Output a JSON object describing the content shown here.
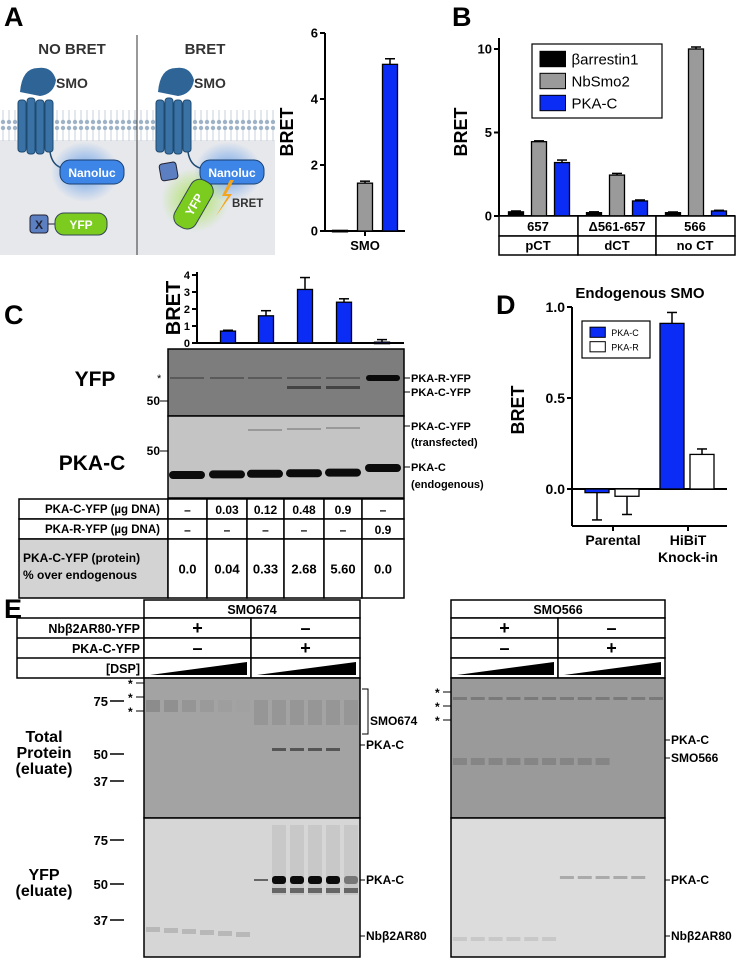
{
  "panels": {
    "a": "A",
    "b": "B",
    "c": "C",
    "d": "D",
    "e": "E"
  },
  "colors": {
    "black": "#000000",
    "gray": "#9a9a9a",
    "blue": "#0a2cf5",
    "white": "#ffffff",
    "smo": "#2f6596",
    "nanoluc": "#3d86e8",
    "yfp": "#7ccc1f",
    "x_box": "#5b7fc0",
    "bolt": "#f4a51c"
  },
  "panel_a_cartoon": {
    "no_bret_title": "NO BRET",
    "bret_title": "BRET",
    "smo_label": "SMO",
    "nanoluc_label": "Nanoluc",
    "yfp_label": "YFP",
    "x_label": "X",
    "bret_arrow_label": "BRET",
    "icons": [
      "smo-receptor-icon",
      "membrane-icon",
      "nanoluc-icon",
      "yfp-icon",
      "lightning-icon"
    ]
  },
  "panel_c_blot": {
    "yfp_label": "YFP",
    "pkac_label": "PKA-C",
    "asterisk": "*",
    "mw_50": "50",
    "right_labels": [
      "PKA-R-YFP",
      "PKA-C-YFP",
      "PKA-C-YFP",
      "(transfected)",
      "PKA-C",
      "(endogenous)"
    ],
    "table": {
      "rows": [
        {
          "label": "PKA-C-YFP (µg DNA)",
          "values": [
            "–",
            "0.03",
            "0.12",
            "0.48",
            "0.9",
            "–"
          ]
        },
        {
          "label": "PKA-R-YFP (µg DNA)",
          "values": [
            "–",
            "–",
            "–",
            "–",
            "–",
            "0.9"
          ]
        },
        {
          "label_line1": "PKA-C-YFP (protein)",
          "label_line2": "% over endogenous",
          "values": [
            "0.0",
            "0.04",
            "0.33",
            "2.68",
            "5.60",
            "0.0"
          ]
        }
      ]
    }
  },
  "panel_e": {
    "row_labels": [
      "Nbβ2AR80-YFP",
      "PKA-C-YFP",
      "[DSP]"
    ],
    "blots": [
      {
        "title": "SMO674",
        "nb": [
          "+",
          "–"
        ],
        "pkac": [
          "–",
          "+"
        ],
        "right_top": [
          "SMO674",
          "PKA-C"
        ],
        "right_bottom": [
          "PKA-C",
          "Nbβ2AR80"
        ]
      },
      {
        "title": "SMO566",
        "nb": [
          "+",
          "–"
        ],
        "pkac": [
          "–",
          "+"
        ],
        "right_top": [
          "PKA-C",
          "SMO566"
        ],
        "right_bottom": [
          "PKA-C",
          "Nbβ2AR80"
        ]
      }
    ],
    "left_top_l1": "Total",
    "left_top_l2": "Protein",
    "left_top_l3": "(eluate)",
    "left_bottom_l1": "YFP",
    "left_bottom_l2": "(eluate)",
    "mw_top": [
      "75",
      "50",
      "37"
    ],
    "mw_bottom": [
      "75",
      "50",
      "37"
    ],
    "asterisk": "*",
    "dsp_gradient": "increasing"
  },
  "chart_data": [
    {
      "panel": "A",
      "type": "bar",
      "categories": [
        "SMO"
      ],
      "ylabel": "BRET",
      "ylim": [
        0,
        6
      ],
      "yticks": [
        "0",
        "2",
        "4",
        "6"
      ],
      "series": [
        {
          "color": "#000000",
          "values": [
            0.02
          ],
          "errors": [
            0.0
          ]
        },
        {
          "color": "#9a9a9a",
          "values": [
            1.45
          ],
          "errors": [
            0.06
          ]
        },
        {
          "color": "#0a2cf5",
          "values": [
            5.05
          ],
          "errors": [
            0.17
          ]
        }
      ]
    },
    {
      "panel": "B",
      "type": "bar",
      "ylabel": "BRET",
      "ylim": [
        0,
        10.5
      ],
      "yticks": [
        "0",
        "5",
        "10"
      ],
      "categories": [
        "657",
        "Δ561-657",
        "566"
      ],
      "category_groups": [
        "pCT",
        "dCT",
        "no CT"
      ],
      "legend": "top-center",
      "series": [
        {
          "name": "βarrestin1",
          "color": "#000000",
          "values": [
            0.25,
            0.2,
            0.2
          ],
          "errors": [
            0.05,
            0.05,
            0.04
          ]
        },
        {
          "name": "NbSmo2",
          "color": "#9a9a9a",
          "values": [
            4.45,
            2.45,
            10.0
          ],
          "errors": [
            0.05,
            0.1,
            0.12
          ]
        },
        {
          "name": "PKA-C",
          "color": "#0a2cf5",
          "values": [
            3.2,
            0.9,
            0.3
          ],
          "errors": [
            0.15,
            0.06,
            0.04
          ]
        }
      ]
    },
    {
      "panel": "C",
      "type": "bar",
      "ylabel": "BRET",
      "ylim": [
        0,
        4
      ],
      "yticks": [
        "0",
        "1",
        "2",
        "3",
        "4"
      ],
      "categories": [
        "0.03",
        "0.12",
        "0.48",
        "0.9",
        "PKA-R 0.9"
      ],
      "series": [
        {
          "color": "#0a2cf5",
          "values": [
            0.7,
            1.6,
            3.15,
            2.4,
            0.05
          ],
          "errors": [
            0.05,
            0.3,
            0.7,
            0.2,
            0.15
          ]
        }
      ]
    },
    {
      "panel": "D",
      "type": "bar",
      "title": "Endogenous SMO",
      "ylabel": "BRET",
      "ylim": [
        -0.2,
        1.0
      ],
      "yticks": [
        "0.0",
        "0.5",
        "1.0"
      ],
      "categories": [
        "Parental",
        "HiBiT Knock-in"
      ],
      "legend": "top-left",
      "series": [
        {
          "name": "PKA-C",
          "color": "#0a2cf5",
          "values": [
            -0.02,
            0.91
          ],
          "errors": [
            0.15,
            0.06
          ]
        },
        {
          "name": "PKA-R",
          "color": "#ffffff",
          "values": [
            -0.04,
            0.19
          ],
          "errors": [
            0.1,
            0.03
          ]
        }
      ]
    }
  ]
}
